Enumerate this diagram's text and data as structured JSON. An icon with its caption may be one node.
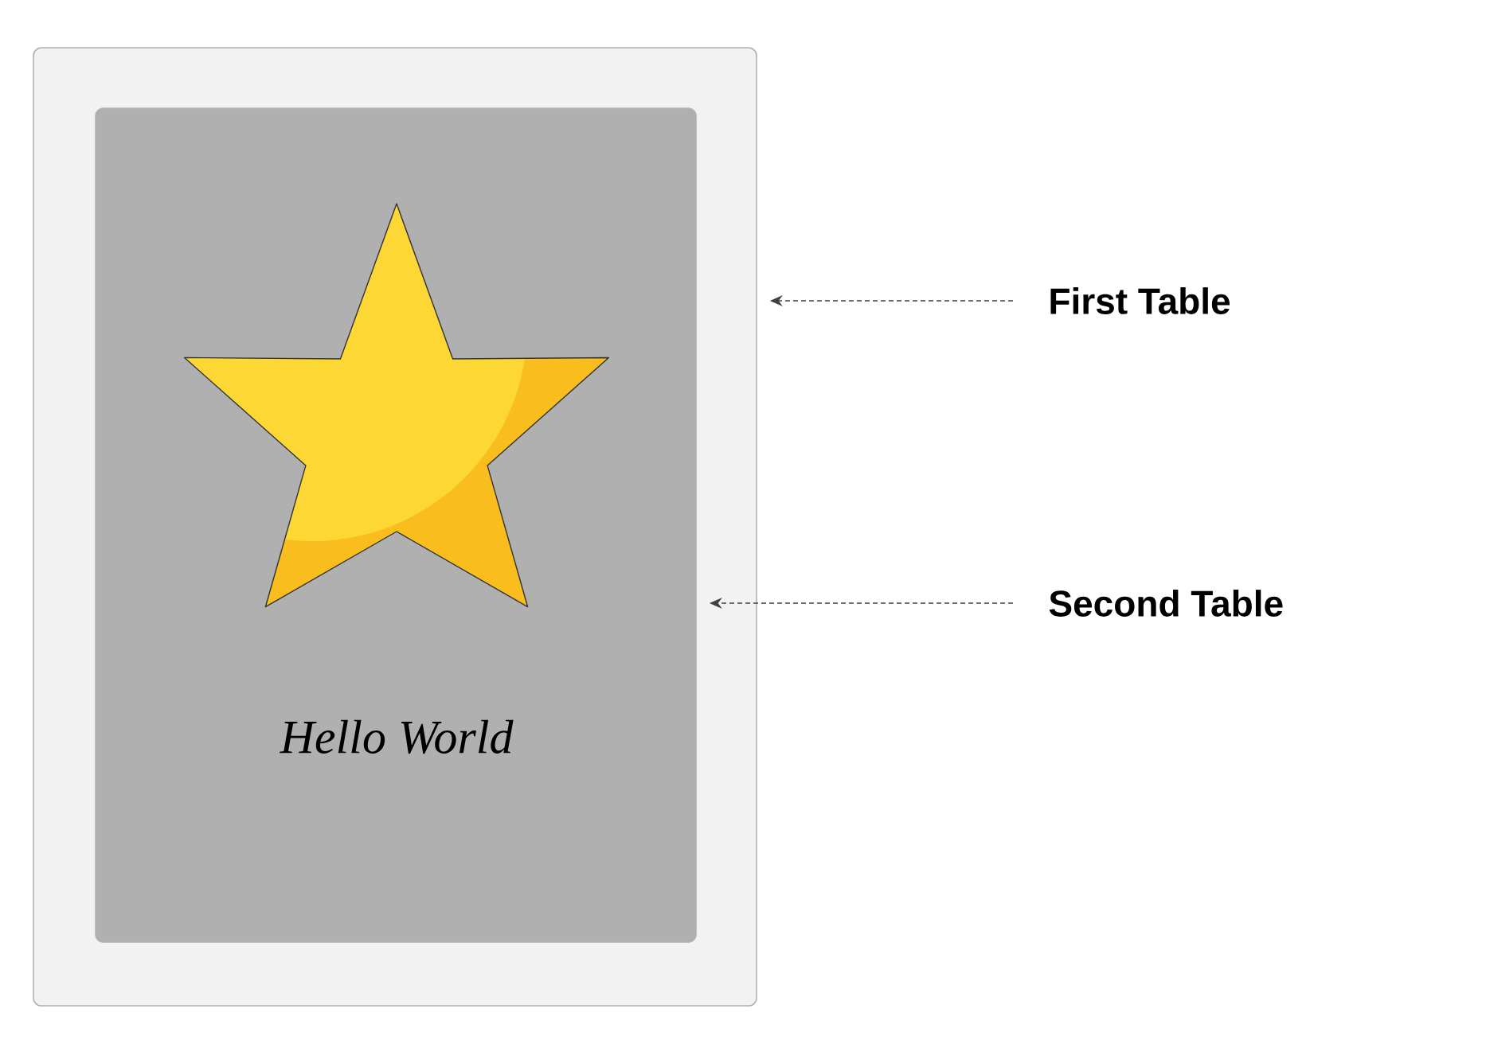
{
  "diagram": {
    "nodes": [
      {
        "text": [],
        "shape": "box"
      },
      {
        "text": [
          "Hello World"
        ],
        "in": 0
      },
      {
        "text": [
          "First Table"
        ]
      },
      {
        "text": [
          "Second Table"
        ]
      }
    ],
    "edges": [
      {
        "from": 2,
        "to": 0,
        "arrow": "to",
        "style": "dashed"
      },
      {
        "from": 3,
        "to": 1,
        "arrow": "to",
        "style": "dashed"
      }
    ]
  }
}
